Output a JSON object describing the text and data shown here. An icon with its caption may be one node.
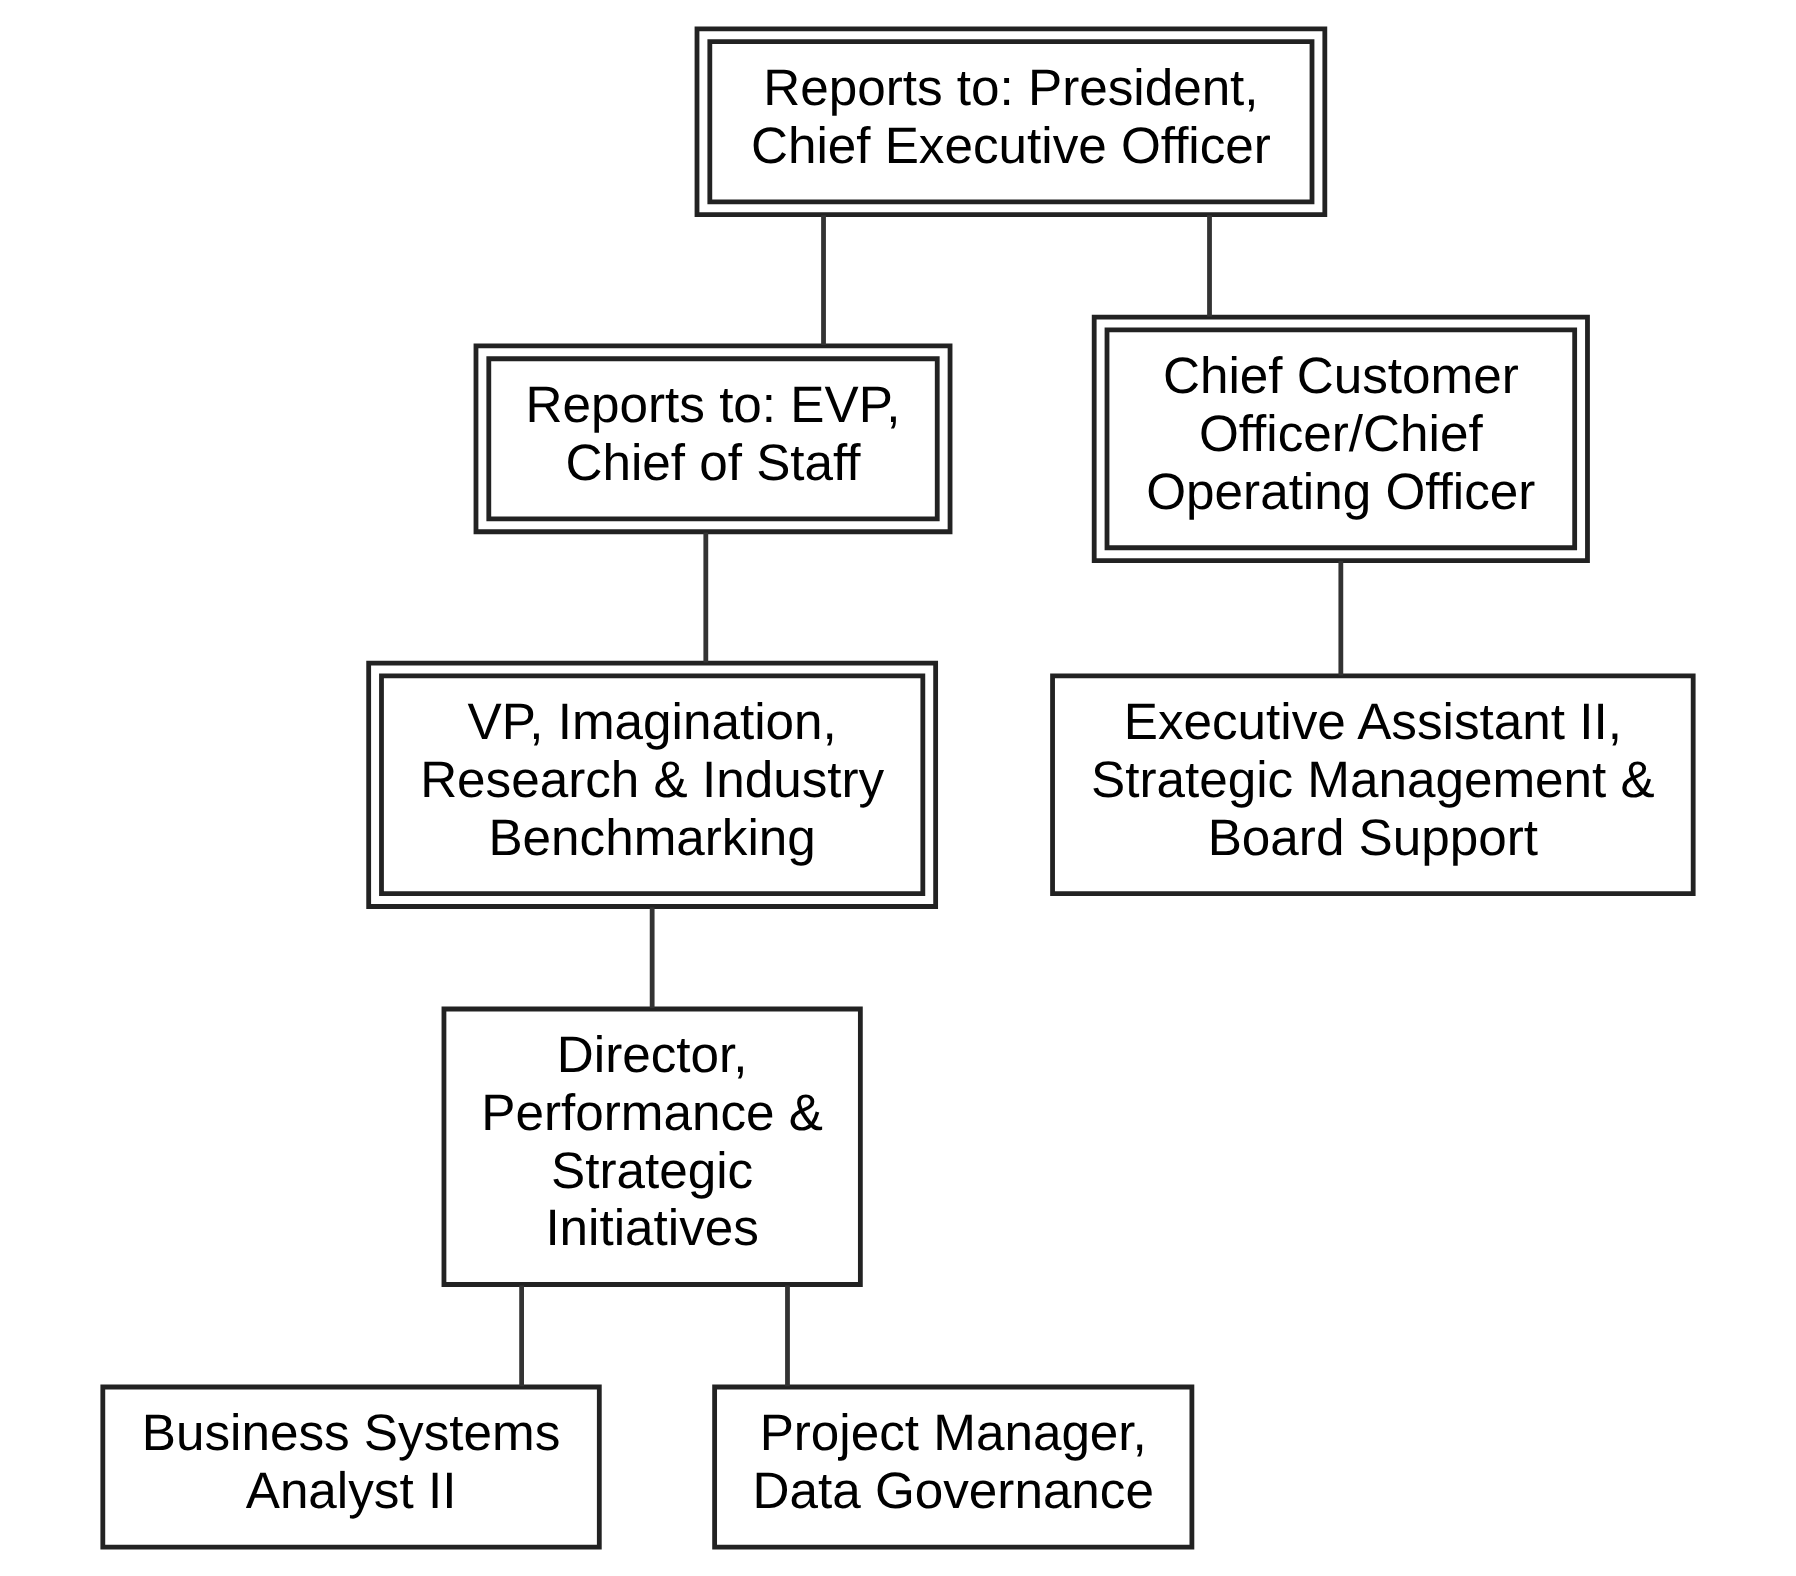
{
  "diagram": {
    "nodes": [
      {
        "text": [
          "Reports to: President, Chief Executive Officer"
        ]
      },
      {
        "text": [
          "Reports to: EVP, Chief of Staff"
        ]
      },
      {
        "text": [
          "Chief Customer Officer/Chief Operating Officer"
        ]
      },
      {
        "text": [
          "VP, Imagination, Research & Industry Benchmarking"
        ]
      },
      {
        "text": [
          "Executive Assistant II, Strategic Management & Board Support"
        ]
      },
      {
        "text": [
          "Director, Performance & Strategic Initiatives"
        ]
      },
      {
        "text": [
          "Business Systems Analyst II"
        ]
      },
      {
        "text": [
          "Project Manager, Data Governance"
        ]
      }
    ],
    "edges": [
      {
        "from": 0,
        "to": 1,
        "arrow": "none"
      },
      {
        "from": 0,
        "to": 2,
        "arrow": "none"
      },
      {
        "from": 1,
        "to": 3,
        "arrow": "none"
      },
      {
        "from": 2,
        "to": 4,
        "arrow": "none"
      },
      {
        "from": 3,
        "to": 5,
        "arrow": "none"
      },
      {
        "from": 5,
        "to": 6,
        "arrow": "none"
      },
      {
        "from": 5,
        "to": 7,
        "arrow": "none"
      }
    ]
  }
}
